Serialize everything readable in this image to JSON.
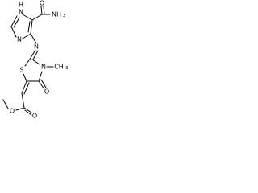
{
  "molecule": {
    "atoms": {
      "amide_N": "NH",
      "amide_N_sub": "2",
      "amide_O": "O",
      "imidazole_NH_H": "H",
      "imidazole_NH_N": "N",
      "imidazole_N3": "N",
      "imine_N": "N",
      "thiazolidine_S": "S",
      "thiazolidine_N": "N",
      "n_methyl": "CH",
      "n_methyl_sub": "3",
      "ring_O": "O",
      "ester_O1": "O",
      "ester_O2": "O"
    },
    "colors": {
      "bond": "#000000",
      "text": "#000000",
      "background": "#ffffff"
    }
  }
}
